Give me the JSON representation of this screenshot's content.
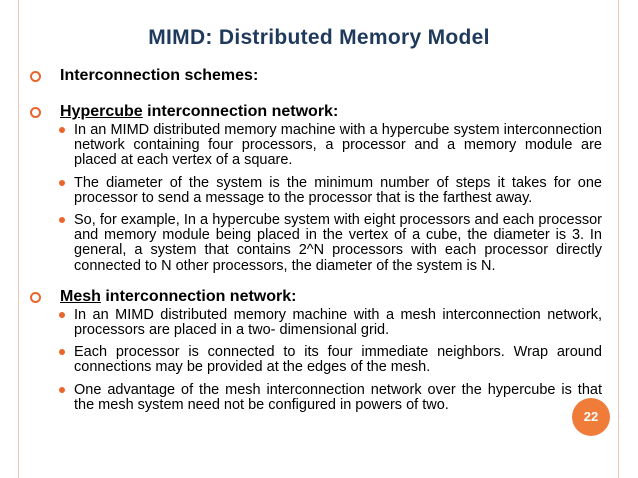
{
  "slide": {
    "title": "MIMD: Distributed Memory Model",
    "page_number": "22",
    "sections": {
      "schemes": {
        "text": "Interconnection schemes:"
      },
      "hypercube": {
        "term": "Hypercube",
        "rest": " interconnection network:",
        "bullets": [
          "In an MIMD distributed memory machine with a hypercube system interconnection network containing four processors, a processor and a memory module are placed at each vertex of a square.",
          "The diameter of the system is the minimum number of steps it takes for one processor to send a message to the processor that is the farthest away.",
          "So, for example, In a hypercube system with eight processors and each processor and memory module being placed in the vertex of a cube, the diameter is 3. In general, a system that contains 2^N processors with each processor directly connected to N other processors, the diameter of the system is N."
        ]
      },
      "mesh": {
        "term": "Mesh",
        "rest": " interconnection network:",
        "bullets": [
          "In an MIMD distributed memory machine with a mesh interconnection network, processors are placed in a two- dimensional grid.",
          "Each processor is connected to its four immediate neighbors. Wrap around connections may be provided at the edges of the mesh.",
          "One advantage of the mesh interconnection network over the hypercube is that the mesh system need not be configured in powers of two."
        ]
      }
    }
  }
}
